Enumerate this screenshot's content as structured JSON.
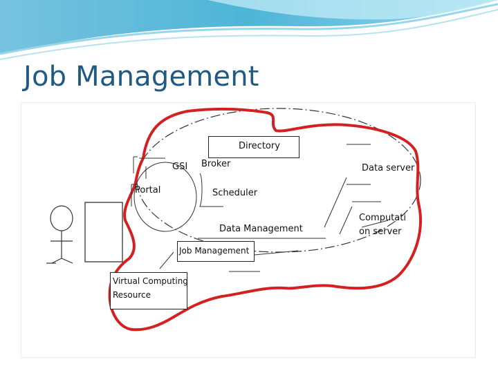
{
  "slide": {
    "title": "Job Management"
  },
  "diagram": {
    "labels": {
      "directory": "Directory",
      "gsi": "GSI",
      "broker": "Broker",
      "portal": "Portal",
      "scheduler": "Scheduler",
      "data_server": "Data server",
      "computation_server_line1": "Computati",
      "computation_server_line2": "on server",
      "data_management": "Data Management",
      "job_management": "Job Management",
      "virtual_computing_line1": "Virtual Computing",
      "virtual_computing_line2": "Resource"
    },
    "colors": {
      "accent_title": "#1e5a84",
      "boundary": "#d42020",
      "header_band": "#5fb8d8"
    }
  }
}
